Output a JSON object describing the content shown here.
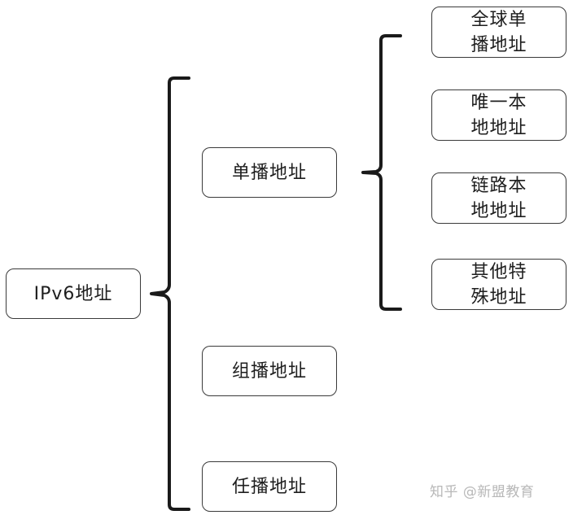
{
  "root": {
    "label": "IPv6地址"
  },
  "categories": [
    {
      "label": "单播地址"
    },
    {
      "label": "组播地址"
    },
    {
      "label": "任播地址"
    }
  ],
  "unicast_types": [
    {
      "label": "全球单\n播地址"
    },
    {
      "label": "唯一本\n地地址"
    },
    {
      "label": "链路本\n地地址"
    },
    {
      "label": "其他特\n殊地址"
    }
  ],
  "watermark": {
    "text": "知乎 @新盟教育"
  }
}
